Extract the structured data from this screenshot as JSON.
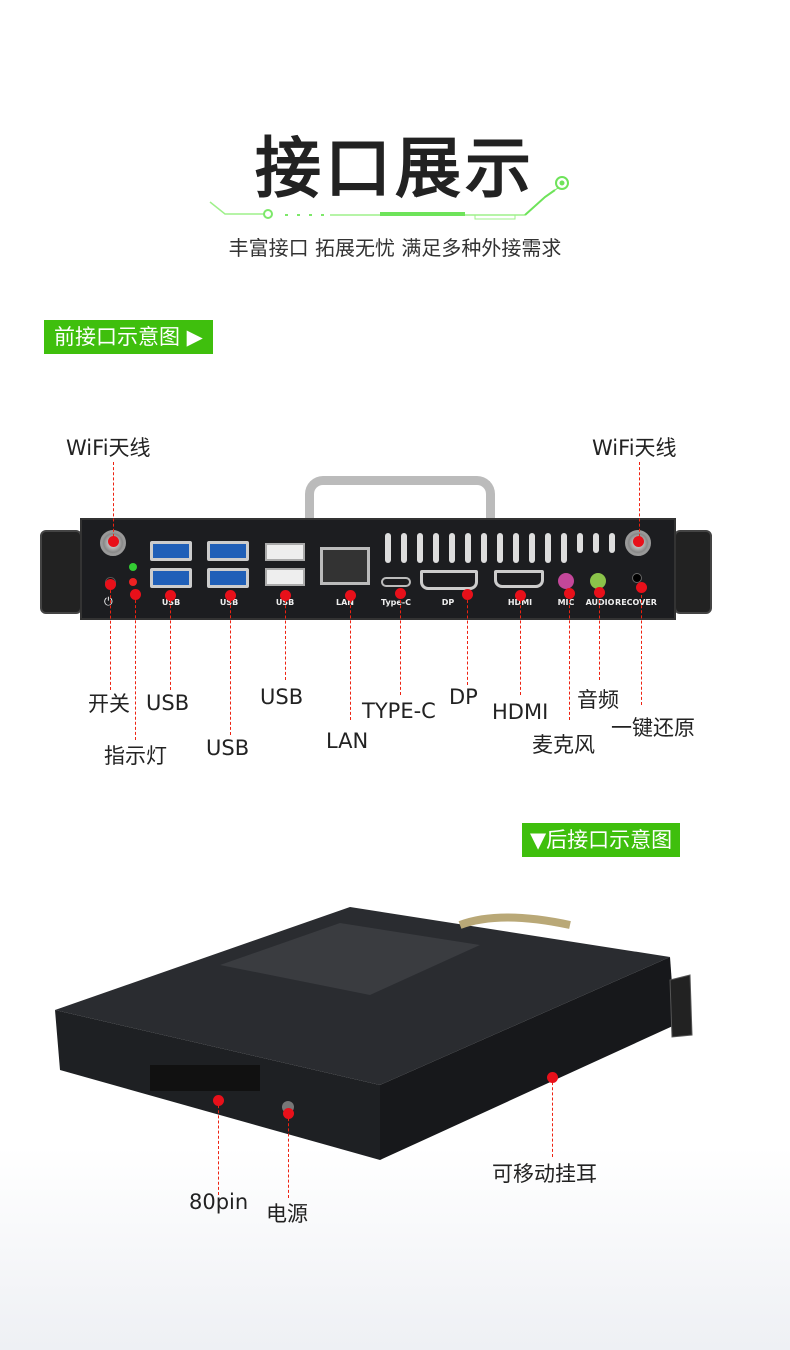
{
  "header": {
    "title": "接口展示",
    "subtitle": "丰富接口 拓展无忧 满足多种外接需求"
  },
  "front": {
    "tag": "前接口示意图 ▶",
    "labels": {
      "wifi_left": "WiFi天线",
      "wifi_right": "WiFi天线",
      "power": "开关",
      "indicator": "指示灯",
      "usb1": "USB",
      "usb2": "USB",
      "usb3": "USB",
      "lan": "LAN",
      "typec": "TYPE-C",
      "dp": "DP",
      "hdmi": "HDMI",
      "audio": "音频",
      "mic": "麦克风",
      "recover": "一键还原"
    },
    "port_labels": {
      "usb": "USB",
      "lan": "LAN",
      "typec": "Type-C",
      "dp": "DP",
      "hdmi": "HDMI",
      "mic": "MIC",
      "audio": "AUDIO",
      "recover": "RECOVER",
      "power_symbol": "⏻"
    }
  },
  "rear": {
    "tag": "▼后接口示意图",
    "labels": {
      "pin": "80pin",
      "power": "电源",
      "ear": "可移动挂耳"
    }
  },
  "colors": {
    "accent": "#3fbf0d",
    "marker": "#e8101a"
  }
}
